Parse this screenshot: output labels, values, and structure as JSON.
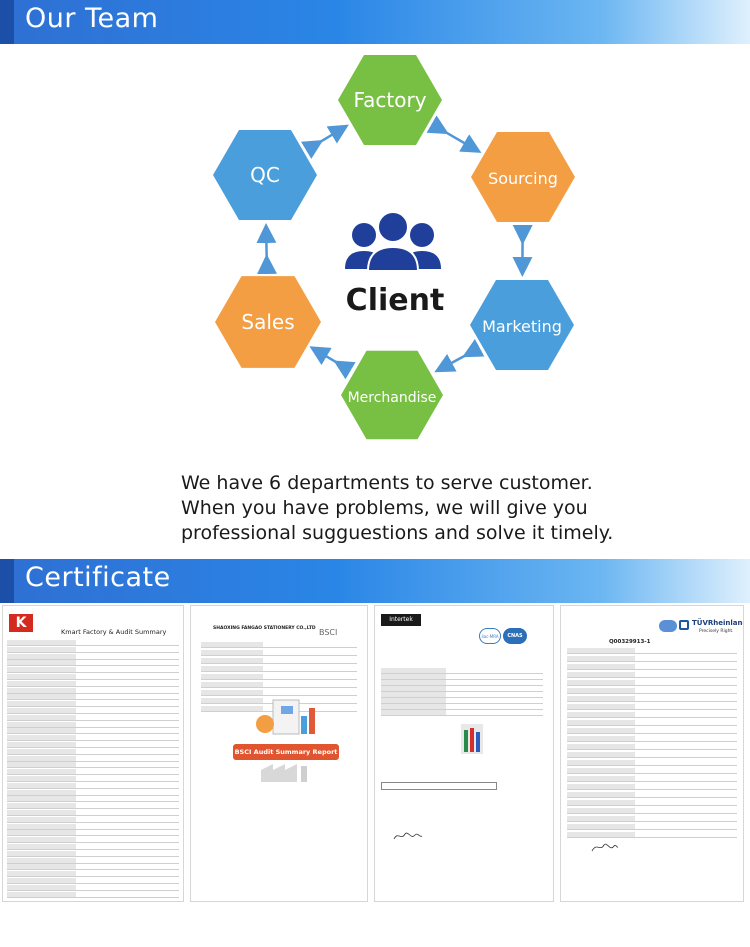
{
  "sections": {
    "team_title": "Our Team",
    "certificate_title": "Certificate"
  },
  "diagram": {
    "nodes": [
      {
        "id": "factory",
        "label": "Factory"
      },
      {
        "id": "sourcing",
        "label": "Sourcing"
      },
      {
        "id": "marketing",
        "label": "Marketing"
      },
      {
        "id": "merchandise",
        "label": "Merchandise"
      },
      {
        "id": "sales",
        "label": "Sales"
      },
      {
        "id": "qc",
        "label": "QC"
      }
    ],
    "center_label": "Client",
    "colors": {
      "green": "#77c043",
      "orange": "#f39e42",
      "blue": "#4a9edb",
      "navy": "#1f3f9a",
      "arrow": "#4f97d6"
    }
  },
  "description": [
    "We have 6 departments to serve customer.",
    "When you have problems, we will give you",
    "professional sugguestions and solve it timely."
  ],
  "certificates": {
    "kmart": {
      "logo": "K",
      "title": "Kmart Factory & Audit Summary"
    },
    "bsci": {
      "logo": "BSCI",
      "company": "SHAOXING FANGAO STATIONERY CO.,LTD",
      "report_title": "BSCI Audit Summary Report"
    },
    "intertek": {
      "logo": "Intertek",
      "badges": [
        "ilac-MRA",
        "CNAS"
      ]
    },
    "tuv": {
      "logo": "TÜVRheinland",
      "tagline": "Precisely Right.",
      "report_no": "Q00329913-1"
    }
  }
}
